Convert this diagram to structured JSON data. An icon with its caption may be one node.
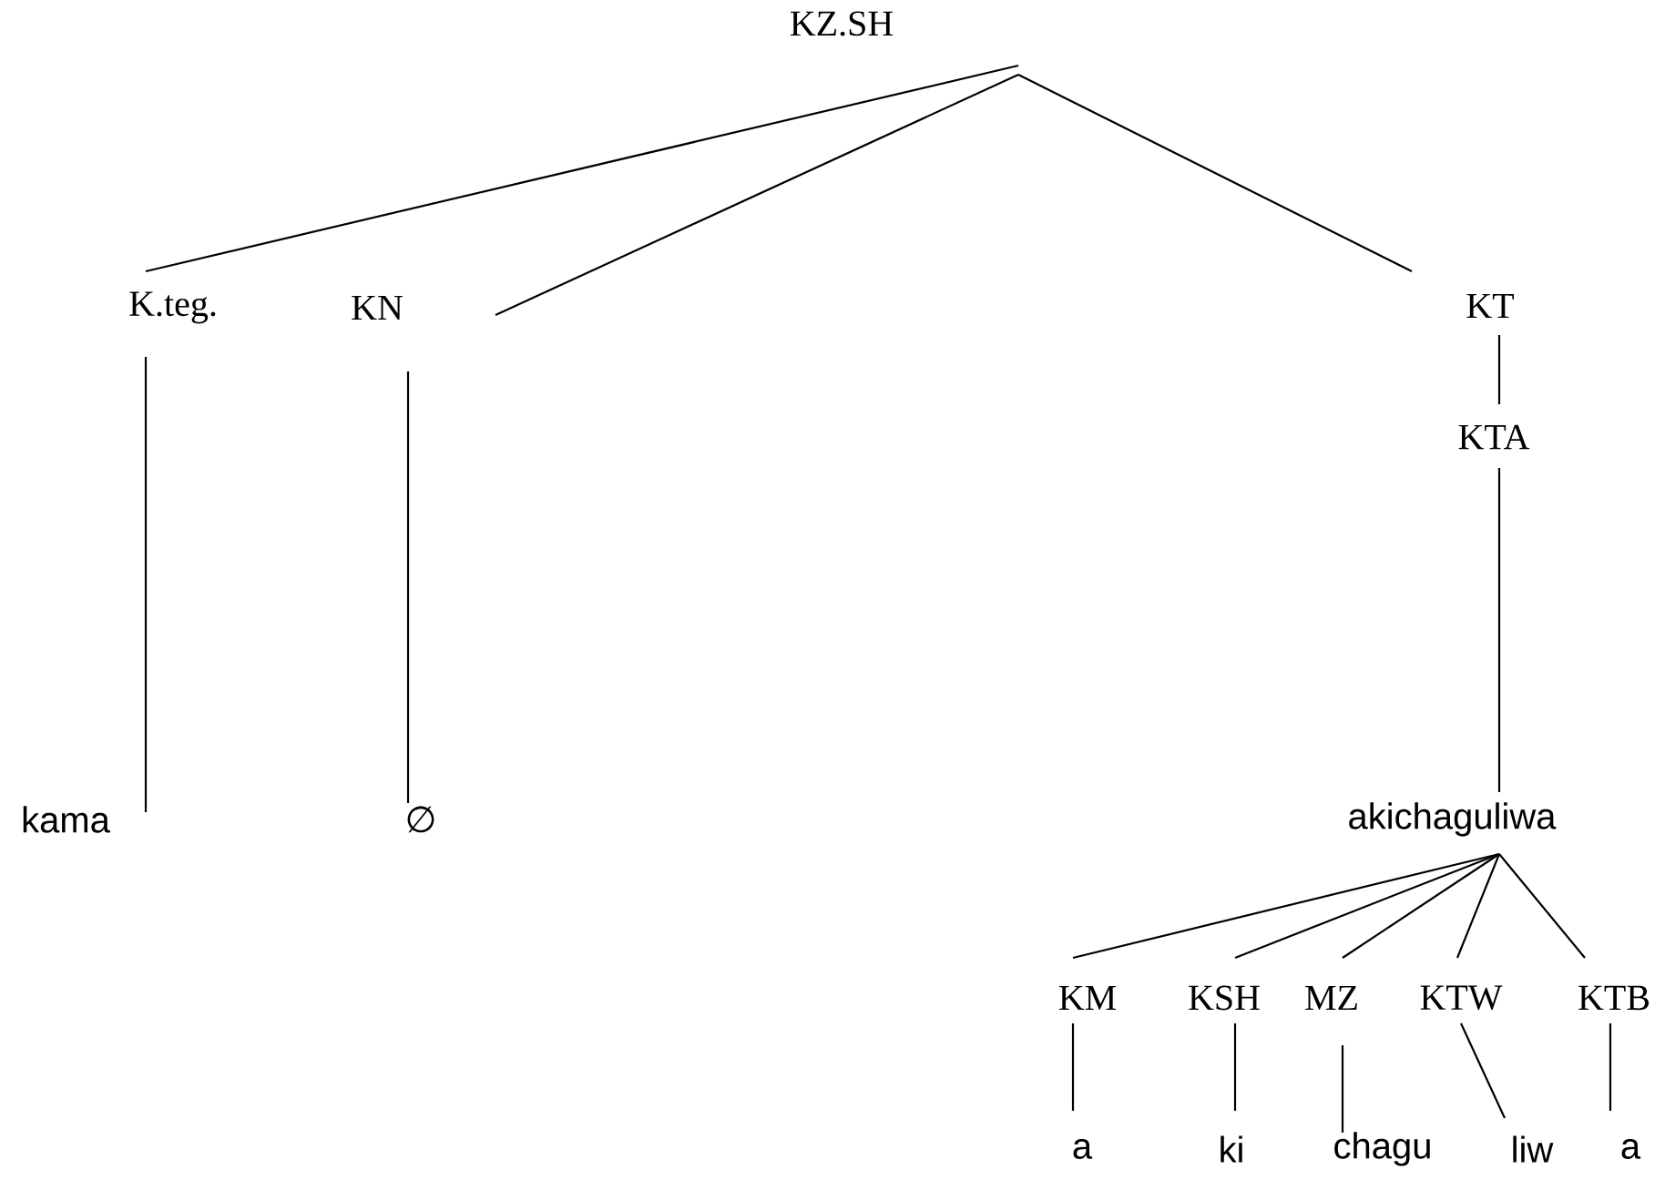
{
  "diagram": {
    "nodes": [
      {
        "text": [
          "KZ.SH"
        ]
      },
      {
        "text": [
          "K.teg."
        ]
      },
      {
        "text": [
          "KN"
        ]
      },
      {
        "text": [
          "KT"
        ]
      },
      {
        "text": [
          "KTA"
        ]
      },
      {
        "text": [
          "kama"
        ]
      },
      {
        "text": [
          "∅"
        ]
      },
      {
        "text": [
          "akichaguliwa"
        ]
      },
      {
        "text": [
          "KM"
        ]
      },
      {
        "text": [
          "KSH"
        ]
      },
      {
        "text": [
          "MZ"
        ]
      },
      {
        "text": [
          "KTW"
        ]
      },
      {
        "text": [
          "KTB"
        ]
      },
      {
        "text": [
          "a"
        ]
      },
      {
        "text": [
          "ki"
        ]
      },
      {
        "text": [
          "chagu"
        ]
      },
      {
        "text": [
          "liw"
        ]
      },
      {
        "text": [
          "a"
        ]
      }
    ],
    "edges": [
      {
        "from": 0,
        "to": 1,
        "arrow": "none"
      },
      {
        "from": 0,
        "to": 2,
        "arrow": "none"
      },
      {
        "from": 0,
        "to": 3,
        "arrow": "none"
      },
      {
        "from": 1,
        "to": 5,
        "arrow": "none"
      },
      {
        "from": 2,
        "to": 6,
        "arrow": "none"
      },
      {
        "from": 3,
        "to": 4,
        "arrow": "none"
      },
      {
        "from": 4,
        "to": 7,
        "arrow": "none"
      },
      {
        "from": 7,
        "to": 8,
        "arrow": "none"
      },
      {
        "from": 7,
        "to": 9,
        "arrow": "none"
      },
      {
        "from": 7,
        "to": 10,
        "arrow": "none"
      },
      {
        "from": 7,
        "to": 11,
        "arrow": "none"
      },
      {
        "from": 7,
        "to": 12,
        "arrow": "none"
      },
      {
        "from": 8,
        "to": 13,
        "arrow": "none"
      },
      {
        "from": 9,
        "to": 14,
        "arrow": "none"
      },
      {
        "from": 10,
        "to": 15,
        "arrow": "none"
      },
      {
        "from": 11,
        "to": 16,
        "arrow": "none"
      },
      {
        "from": 12,
        "to": 17,
        "arrow": "none"
      }
    ]
  }
}
